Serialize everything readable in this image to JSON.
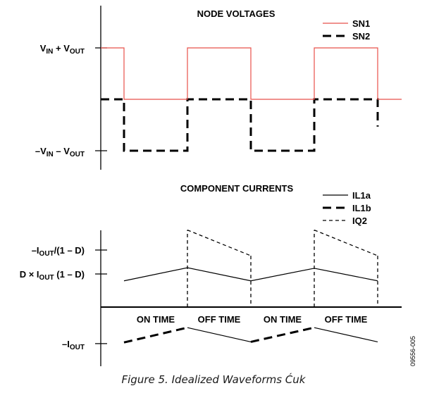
{
  "chart_data": [
    {
      "type": "line",
      "title": "NODE VOLTAGES",
      "ytick_labels": [
        {
          "value": 1,
          "main": "V",
          "sub1": "IN",
          "mid": " + V",
          "sub2": "OUT"
        },
        {
          "value": -1,
          "main": "–V",
          "sub1": "IN",
          "mid": " – V",
          "sub2": "OUT"
        }
      ],
      "x_range": [
        -0.37,
        4.37
      ],
      "y_range": [
        -1.4,
        1.6
      ],
      "series": [
        {
          "name": "SN1",
          "style": "solid",
          "color": "#e8504a",
          "points": [
            [
              -0.37,
              1
            ],
            [
              0,
              1
            ],
            [
              0,
              0
            ],
            [
              1,
              0
            ],
            [
              1,
              1
            ],
            [
              2,
              1
            ],
            [
              2,
              0
            ],
            [
              3,
              0
            ],
            [
              3,
              1
            ],
            [
              4,
              1
            ],
            [
              4,
              0
            ],
            [
              4.37,
              0
            ]
          ]
        },
        {
          "name": "SN2",
          "style": "heavy-dash",
          "color": "#000000",
          "points": [
            [
              -0.37,
              0
            ],
            [
              0,
              0
            ],
            [
              0,
              -1
            ],
            [
              1,
              -1
            ],
            [
              1,
              0
            ],
            [
              2,
              0
            ],
            [
              2,
              -1
            ],
            [
              3,
              -1
            ],
            [
              3,
              0
            ],
            [
              4,
              0
            ],
            [
              4,
              -0.53
            ]
          ]
        }
      ],
      "legend_position": "top-right"
    },
    {
      "type": "line",
      "title": "COMPONENT CURRENTS",
      "ytick_labels": [
        {
          "value": 1.0,
          "main": "–I",
          "sub1": "OUT",
          "mid": "/(1 – D)",
          "sub2": ""
        },
        {
          "value": 0.58,
          "main": "D × I",
          "sub1": "OUT",
          "mid": " (1 – D)",
          "sub2": ""
        },
        {
          "value": -0.64,
          "main": "–I",
          "sub1": "OUT",
          "mid": "",
          "sub2": ""
        }
      ],
      "x_labels": [
        {
          "t": 0.5,
          "label": "ON TIME"
        },
        {
          "t": 1.5,
          "label": "OFF TIME"
        },
        {
          "t": 2.5,
          "label": "ON TIME"
        },
        {
          "t": 3.5,
          "label": "OFF TIME"
        }
      ],
      "series": [
        {
          "name": "IL1a",
          "style": "solid",
          "color": "#000000",
          "points": [
            [
              0,
              0.46
            ],
            [
              1,
              0.69
            ],
            [
              2,
              0.46
            ],
            [
              3,
              0.68
            ],
            [
              4,
              0.46
            ]
          ]
        },
        {
          "name": "IL1b",
          "style": "heavy-dash",
          "color": "#000000",
          "points": [
            [
              0,
              -0.62
            ],
            [
              1,
              -0.36
            ],
            [
              2,
              -0.61
            ],
            [
              3,
              -0.36
            ],
            [
              4,
              -0.61
            ]
          ],
          "segment_styles": [
            "heavy-dash",
            "solid",
            "heavy-dash",
            "solid"
          ]
        },
        {
          "name": "IQ2",
          "style": "short-dash",
          "color": "#000000",
          "points": [
            [
              1,
              0
            ],
            [
              1,
              1.35
            ],
            [
              2,
              0.9
            ],
            [
              2,
              0
            ],
            [
              3,
              0
            ],
            [
              3,
              1.35
            ],
            [
              4,
              0.9
            ],
            [
              4,
              0
            ]
          ],
          "gaps": [
            3
          ]
        }
      ],
      "legend_position": "top-right"
    }
  ],
  "caption": "Figure 5. Idealized Waveforms Ćuk",
  "figure_id": "09556-005"
}
